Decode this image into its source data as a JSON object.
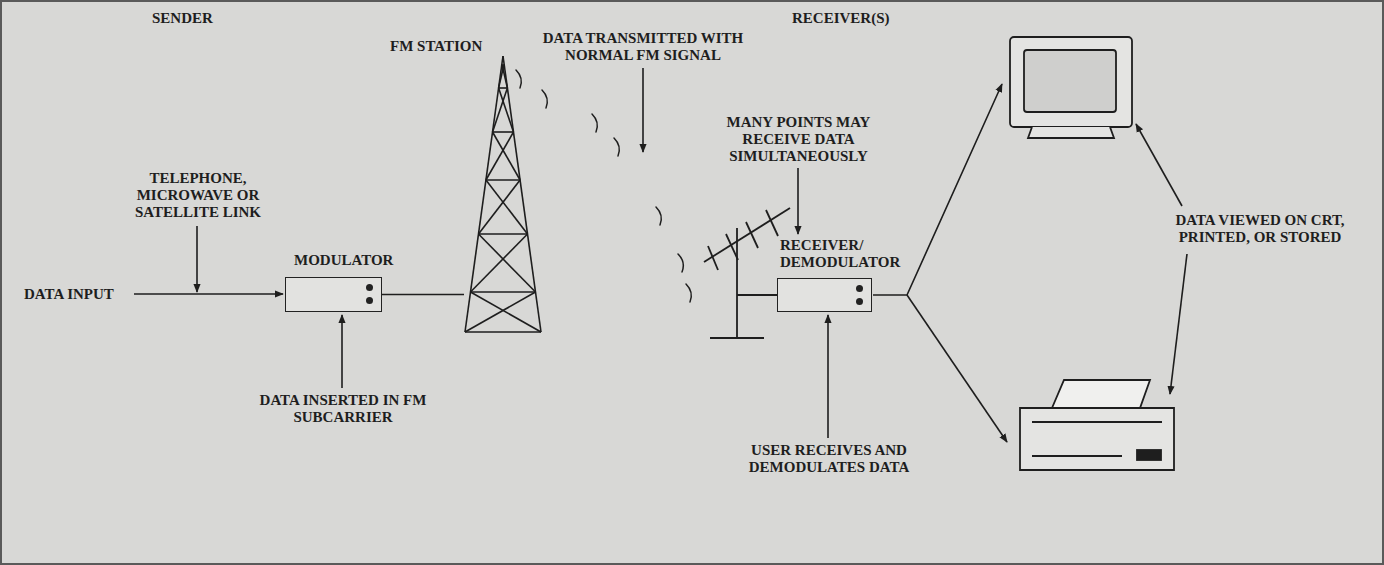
{
  "diagram": {
    "nodes": [
      {
        "text": [
          "MODULATOR"
        ]
      },
      {
        "text": [
          "FM STATION"
        ]
      },
      {
        "text": [
          "RECEIVER/ DEMODULATOR"
        ]
      }
    ],
    "edges": [
      {
        "from": 0,
        "to": 1,
        "arrow": "none"
      }
    ],
    "labels": [
      "SENDER",
      "RECEIVER(S)",
      "DATA TRANSMITTED WITH NORMAL FM SIGNAL",
      "MANY POINTS MAY RECEIVE DATA SIMULTANEOUSLY",
      "TELEPHONE, MICROWAVE OR SATELLITE LINK",
      "DATA INPUT",
      "DATA INSERTED IN FM SUBCARRIER",
      "USER RECEIVES AND DEMODULATES DATA",
      "DATA VIEWED ON CRT, PRINTED, OR STORED"
    ]
  }
}
